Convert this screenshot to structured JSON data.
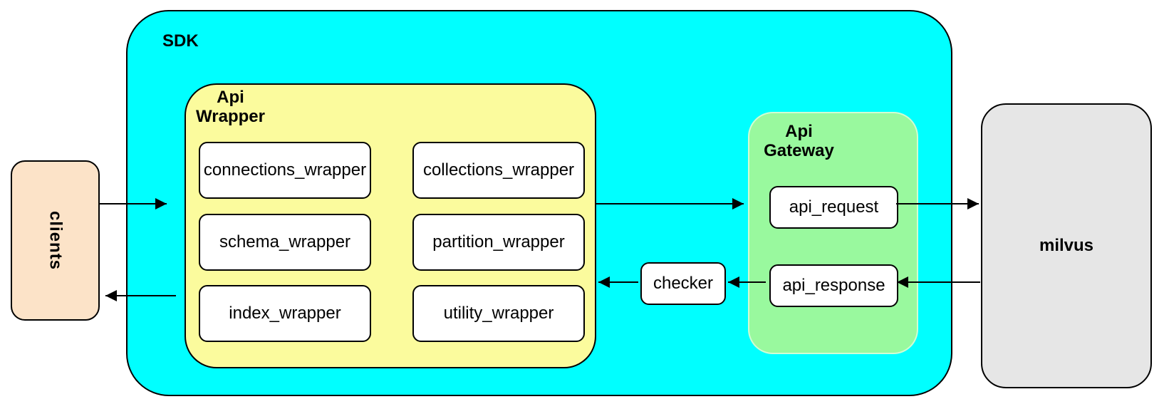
{
  "colors": {
    "sdk": "#00FFFF",
    "api_wrapper": "#FBFB9D",
    "api_gateway": "#99F99E",
    "clients": "#FCE3C8",
    "milvus": "#E6E6E6",
    "node": "#FFFFFF",
    "line": "#000000"
  },
  "clients": {
    "label": "clients"
  },
  "sdk": {
    "label": "SDK"
  },
  "api_wrapper": {
    "label_line1": "Api",
    "label_line2": "Wrapper",
    "boxes": [
      "connections_wrapper",
      "collections_wrapper",
      "schema_wrapper",
      "partition_wrapper",
      "index_wrapper",
      "utility_wrapper"
    ]
  },
  "checker": {
    "label": "checker"
  },
  "api_gateway": {
    "label_line1": "Api",
    "label_line2": "Gateway",
    "boxes": [
      "api_request",
      "api_response"
    ]
  },
  "milvus": {
    "label": "milvus"
  },
  "connections": [
    {
      "from": "clients",
      "to": "sdk",
      "direction": "right"
    },
    {
      "from": "api_wrapper",
      "to": "api_gateway",
      "direction": "right"
    },
    {
      "from": "api_request",
      "to": "milvus",
      "direction": "right"
    },
    {
      "from": "milvus",
      "to": "api_response",
      "direction": "left"
    },
    {
      "from": "api_response",
      "to": "checker",
      "direction": "left"
    },
    {
      "from": "checker",
      "to": "api_wrapper",
      "direction": "left"
    },
    {
      "from": "sdk",
      "to": "clients",
      "direction": "left"
    }
  ]
}
